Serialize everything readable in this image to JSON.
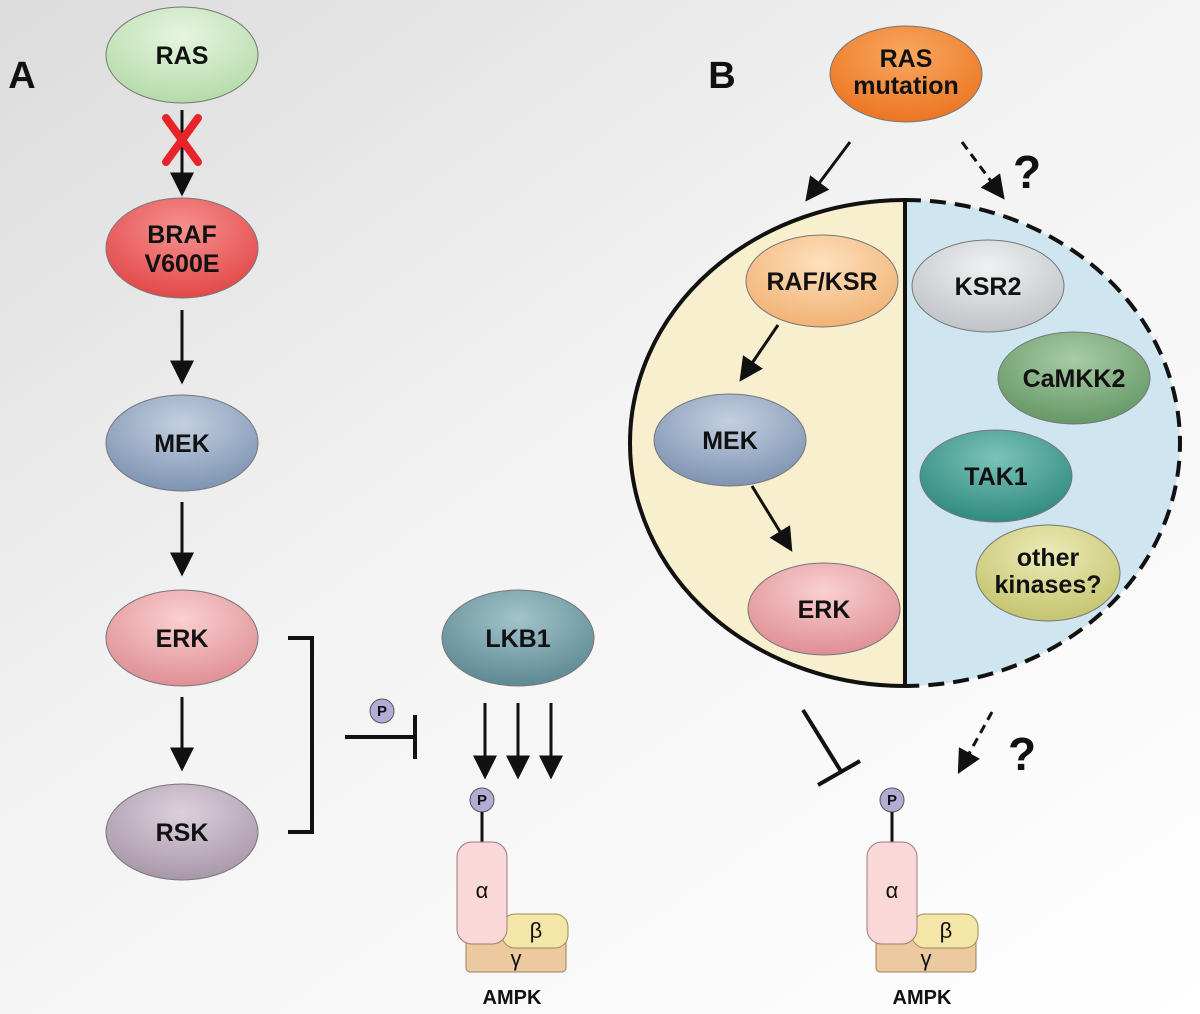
{
  "panel_a": {
    "letter": "A",
    "nodes": {
      "ras": "RAS",
      "braf_line1": "BRAF",
      "braf_line2": "V600E",
      "mek": "MEK",
      "erk": "ERK",
      "rsk": "RSK",
      "lkb1": "LKB1"
    },
    "phospho": "P",
    "ampk": {
      "alpha": "α",
      "beta": "β",
      "gamma": "γ",
      "label": "AMPK"
    }
  },
  "panel_b": {
    "letter": "B",
    "source_line1": "RAS",
    "source_line2": "mutation",
    "question": "?",
    "left_half": {
      "raf_ksr": "RAF/KSR",
      "mek": "MEK",
      "erk": "ERK"
    },
    "right_half": {
      "ksr2": "KSR2",
      "camkk2": "CaMKK2",
      "tak1": "TAK1",
      "other_line1": "other",
      "other_line2": "kinases?"
    },
    "phospho": "P",
    "ampk": {
      "alpha": "α",
      "beta": "β",
      "gamma": "γ",
      "label": "AMPK"
    }
  },
  "colors": {
    "ras": "#c8e6c0",
    "braf": "#e85a5a",
    "mek": "#8ea3bf",
    "erk": "#e8a0a0",
    "rsk": "#b8a8b8",
    "lkb1": "#6f98a0",
    "ras_mutation": "#f08030",
    "raf_ksr": "#f5c08a",
    "ksr2": "#d0d3d6",
    "camkk2": "#78a878",
    "tak1": "#3e9a90",
    "other": "#d8d88a",
    "left_bg": "#f7efcd",
    "right_bg": "#cfe6f0",
    "phospho": "#b3acd4",
    "alpha": "#fbd8d8",
    "beta": "#f4e6a8",
    "gamma": "#edc9a0",
    "inhibit_x": "#e8232a"
  }
}
